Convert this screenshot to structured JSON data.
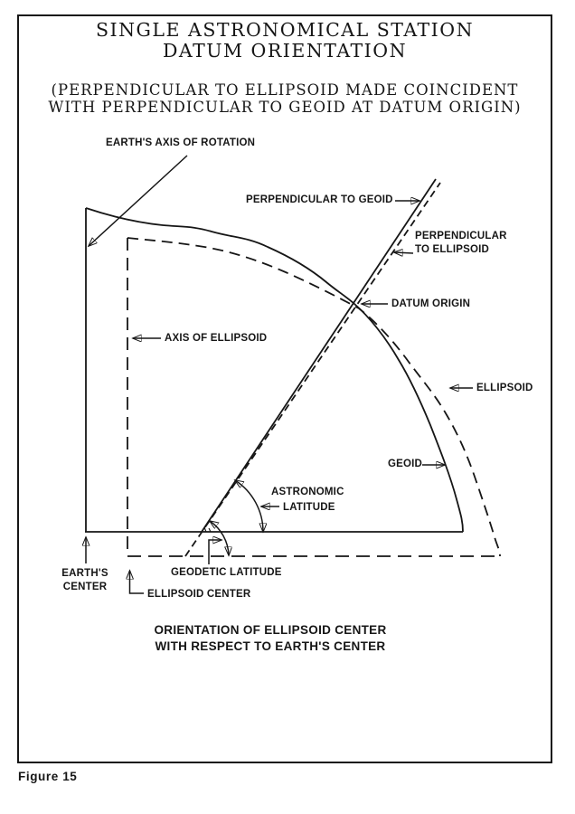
{
  "colors": {
    "ink": "#161616",
    "paper": "#ffffff"
  },
  "header": {
    "title_line1": "SINGLE ASTRONOMICAL STATION",
    "title_line2": "DATUM ORIENTATION",
    "subtitle_line1": "(PERPENDICULAR TO ELLIPSOID MADE COINCIDENT",
    "subtitle_line2": "WITH PERPENDICULAR TO GEOID AT DATUM ORIGIN)"
  },
  "labels": {
    "earths_axis_of_rotation": "EARTH'S AXIS OF ROTATION",
    "perpendicular_to_geoid": "PERPENDICULAR TO GEOID",
    "perpendicular_to_ellipsoid_1": "PERPENDICULAR",
    "perpendicular_to_ellipsoid_2": "TO ELLIPSOID",
    "datum_origin": "DATUM ORIGIN",
    "axis_of_ellipsoid": "AXIS OF ELLIPSOID",
    "ellipsoid": "ELLIPSOID",
    "geoid": "GEOID",
    "astronomic_latitude_1": "ASTRONOMIC",
    "astronomic_latitude_2": "LATITUDE",
    "geodetic_latitude": "GEODETIC LATITUDE",
    "earths_center_1": "EARTH'S",
    "earths_center_2": "CENTER",
    "ellipsoid_center": "ELLIPSOID CENTER"
  },
  "caption": {
    "line1": "ORIENTATION OF ELLIPSOID CENTER",
    "line2": "WITH RESPECT TO EARTH'S CENTER"
  },
  "footer": {
    "figure_label": "Figure 15"
  }
}
